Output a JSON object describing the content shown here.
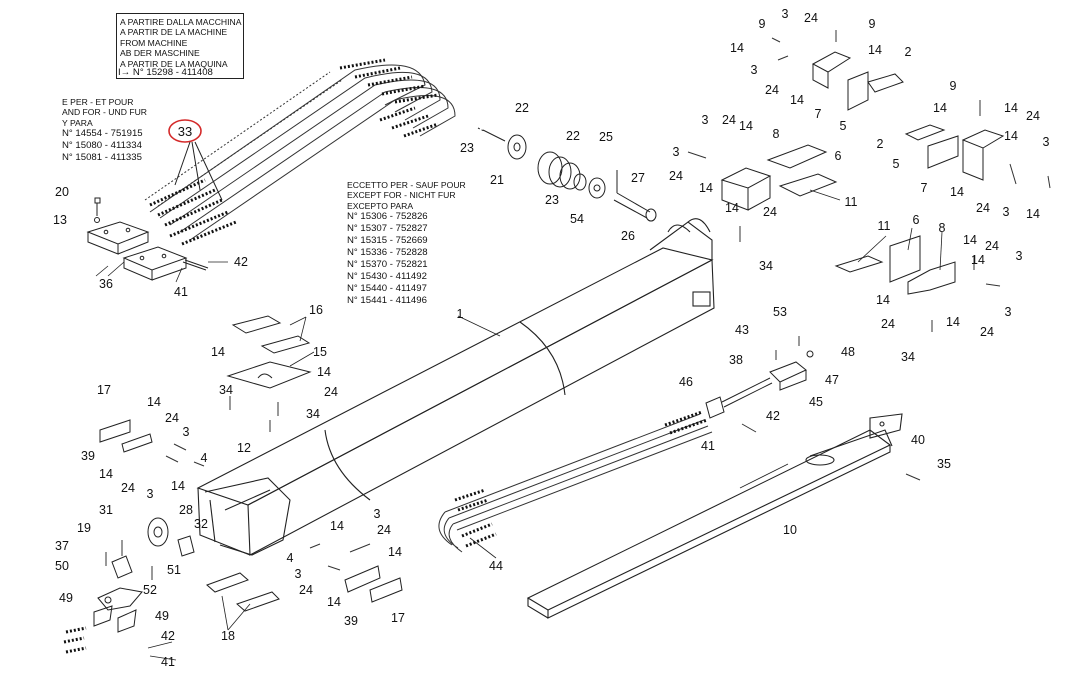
{
  "notes": {
    "top": {
      "lines": [
        "A PARTIRE DALLA MACCHINA",
        "A PARTIR DE LA MACHINE",
        "FROM MACHINE",
        "AB DER MASCHINE",
        "A PARTIR DE LA MAQUINA"
      ],
      "serial": "I→ N° 15298 - 411408"
    },
    "left": {
      "lines": [
        "E PER - ET POUR",
        "AND FOR - UND FUR",
        "Y PARA"
      ],
      "serials": [
        "N° 14554 - 751915",
        "N° 15080 - 411334",
        "N° 15081 - 411335"
      ]
    },
    "middle": {
      "lines": [
        "ECCETTO PER - SAUF POUR",
        "EXCEPT FOR - NICHT FUR",
        "EXCEPTO PARA"
      ],
      "serials": [
        "N° 15306 - 752826",
        "N° 15307 - 752827",
        "N° 15315 - 752669",
        "N° 15336 - 752828",
        "N° 15370 - 752821",
        "N° 15430 - 411492",
        "N° 15440 - 411497",
        "N° 15441 - 411496"
      ]
    }
  },
  "highlight": {
    "label": "33",
    "color": "#d42a2a"
  },
  "callouts": [
    {
      "id": "c9a",
      "label": "9"
    },
    {
      "id": "c3a",
      "label": "3"
    },
    {
      "id": "c24a",
      "label": "24"
    },
    {
      "id": "c9b",
      "label": "9"
    },
    {
      "id": "c14a",
      "label": "14"
    },
    {
      "id": "c14b",
      "label": "14"
    },
    {
      "id": "c2a",
      "label": "2"
    },
    {
      "id": "c3b",
      "label": "3"
    },
    {
      "id": "c24b",
      "label": "24"
    },
    {
      "id": "c14c",
      "label": "14"
    },
    {
      "id": "c7a",
      "label": "7"
    },
    {
      "id": "c5a",
      "label": "5"
    },
    {
      "id": "c9c",
      "label": "9"
    },
    {
      "id": "c14d",
      "label": "14"
    },
    {
      "id": "c14e",
      "label": "14"
    },
    {
      "id": "c24c",
      "label": "24"
    },
    {
      "id": "c2b",
      "label": "2"
    },
    {
      "id": "c5b",
      "label": "5"
    },
    {
      "id": "c3c",
      "label": "3"
    },
    {
      "id": "c14f",
      "label": "14"
    },
    {
      "id": "c7b",
      "label": "7"
    },
    {
      "id": "c14g",
      "label": "14"
    },
    {
      "id": "c24d",
      "label": "24"
    },
    {
      "id": "c3d",
      "label": "3"
    },
    {
      "id": "c14h",
      "label": "14"
    },
    {
      "id": "c22a",
      "label": "22"
    },
    {
      "id": "c22b",
      "label": "22"
    },
    {
      "id": "c25",
      "label": "25"
    },
    {
      "id": "c23a",
      "label": "23"
    },
    {
      "id": "c21",
      "label": "21"
    },
    {
      "id": "c27",
      "label": "27"
    },
    {
      "id": "c23b",
      "label": "23"
    },
    {
      "id": "c54",
      "label": "54"
    },
    {
      "id": "c26",
      "label": "26"
    },
    {
      "id": "c3e",
      "label": "3"
    },
    {
      "id": "c24e",
      "label": "24"
    },
    {
      "id": "c14i",
      "label": "14"
    },
    {
      "id": "c8a",
      "label": "8"
    },
    {
      "id": "c3f",
      "label": "3"
    },
    {
      "id": "c6a",
      "label": "6"
    },
    {
      "id": "c24f",
      "label": "24"
    },
    {
      "id": "c14j",
      "label": "14"
    },
    {
      "id": "c11a",
      "label": "11"
    },
    {
      "id": "c14k",
      "label": "14"
    },
    {
      "id": "c24g",
      "label": "24"
    },
    {
      "id": "c34a",
      "label": "34"
    },
    {
      "id": "c20",
      "label": "20"
    },
    {
      "id": "c13",
      "label": "13"
    },
    {
      "id": "c42a",
      "label": "42"
    },
    {
      "id": "c36",
      "label": "36"
    },
    {
      "id": "c41a",
      "label": "41"
    },
    {
      "id": "c11b",
      "label": "11"
    },
    {
      "id": "c6b",
      "label": "6"
    },
    {
      "id": "c8b",
      "label": "8"
    },
    {
      "id": "c14l",
      "label": "14"
    },
    {
      "id": "c24h",
      "label": "24"
    },
    {
      "id": "c3g",
      "label": "3"
    },
    {
      "id": "c14m",
      "label": "14"
    },
    {
      "id": "c3h",
      "label": "3"
    },
    {
      "id": "c24i",
      "label": "24"
    },
    {
      "id": "c14n",
      "label": "14"
    },
    {
      "id": "c24j",
      "label": "24"
    },
    {
      "id": "c34b",
      "label": "34"
    },
    {
      "id": "c1",
      "label": "1"
    },
    {
      "id": "c16",
      "label": "16"
    },
    {
      "id": "c15",
      "label": "15"
    },
    {
      "id": "c14o",
      "label": "14"
    },
    {
      "id": "c34c",
      "label": "34"
    },
    {
      "id": "c14p",
      "label": "14"
    },
    {
      "id": "c24k",
      "label": "24"
    },
    {
      "id": "c34d",
      "label": "34"
    },
    {
      "id": "c14q",
      "label": "14"
    },
    {
      "id": "c12",
      "label": "12"
    },
    {
      "id": "c53",
      "label": "53"
    },
    {
      "id": "c43",
      "label": "43"
    },
    {
      "id": "c38",
      "label": "38"
    },
    {
      "id": "c48",
      "label": "48"
    },
    {
      "id": "c47",
      "label": "47"
    },
    {
      "id": "c46",
      "label": "46"
    },
    {
      "id": "c45",
      "label": "45"
    },
    {
      "id": "c42b",
      "label": "42"
    },
    {
      "id": "c41b",
      "label": "41"
    },
    {
      "id": "c17a",
      "label": "17"
    },
    {
      "id": "c14r",
      "label": "14"
    },
    {
      "id": "c24l",
      "label": "24"
    },
    {
      "id": "c3i",
      "label": "3"
    },
    {
      "id": "c39a",
      "label": "39"
    },
    {
      "id": "c14s",
      "label": "14"
    },
    {
      "id": "c4a",
      "label": "4"
    },
    {
      "id": "c24m",
      "label": "24"
    },
    {
      "id": "c3j",
      "label": "3"
    },
    {
      "id": "c14t",
      "label": "14"
    },
    {
      "id": "c40",
      "label": "40"
    },
    {
      "id": "c35",
      "label": "35"
    },
    {
      "id": "c10",
      "label": "10"
    },
    {
      "id": "c31",
      "label": "31"
    },
    {
      "id": "c28",
      "label": "28"
    },
    {
      "id": "c19",
      "label": "19"
    },
    {
      "id": "c32",
      "label": "32"
    },
    {
      "id": "c37",
      "label": "37"
    },
    {
      "id": "c50",
      "label": "50"
    },
    {
      "id": "c51",
      "label": "51"
    },
    {
      "id": "c52",
      "label": "52"
    },
    {
      "id": "c49a",
      "label": "49"
    },
    {
      "id": "c49b",
      "label": "49"
    },
    {
      "id": "c42c",
      "label": "42"
    },
    {
      "id": "c41c",
      "label": "41"
    },
    {
      "id": "c14u",
      "label": "14"
    },
    {
      "id": "c3k",
      "label": "3"
    },
    {
      "id": "c24n",
      "label": "24"
    },
    {
      "id": "c4b",
      "label": "4"
    },
    {
      "id": "c14v",
      "label": "14"
    },
    {
      "id": "c3l",
      "label": "3"
    },
    {
      "id": "c24o",
      "label": "24"
    },
    {
      "id": "c14w",
      "label": "14"
    },
    {
      "id": "c39b",
      "label": "39"
    },
    {
      "id": "c17b",
      "label": "17"
    },
    {
      "id": "c18",
      "label": "18"
    },
    {
      "id": "c44",
      "label": "44"
    }
  ]
}
